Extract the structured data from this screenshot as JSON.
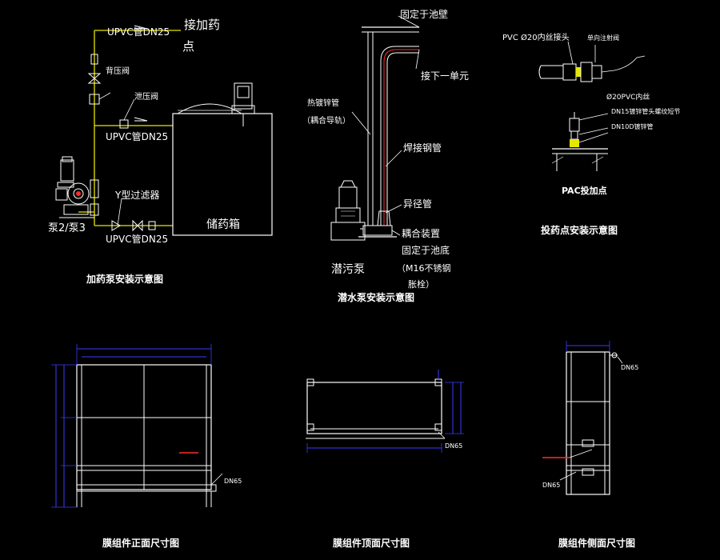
{
  "colors": {
    "background": "#000000",
    "line": "#ffffff",
    "pipe": "#e6e600",
    "dimension": "#3a3aff",
    "highlight": "#ff2a2a"
  },
  "dosing_pump": {
    "title": "加药泵安装示意图",
    "pipe_top": "UPVC管DN25",
    "to_dosing_1": "接加药",
    "to_dosing_2": "点",
    "back_pressure_valve": "背压阀",
    "relief_valve": "泄压阀",
    "pipe_mid": "UPVC管DN25",
    "y_filter": "Y型过滤器",
    "pumps": "泵2/泵3",
    "pipe_bottom": "UPVC管DN25",
    "tank": "储药箱"
  },
  "submersible": {
    "title": "潜水泵安装示意图",
    "fixed_wall": "固定于池壁",
    "next_unit": "接下一单元",
    "guide_1": "热镀锌管",
    "guide_2": "（耦合导轨）",
    "welded_pipe": "焊接钢管",
    "reducer": "异径管",
    "coupling": "耦合装置",
    "fixed_bottom": "固定于池底",
    "bolt_1": "（M16不锈钢",
    "bolt_2": "胀栓）",
    "pump": "潜污泵"
  },
  "dosing_point": {
    "title": "投药点安装示意图",
    "pvc_joint": "PVC Ø20内丝接头",
    "check_valve": "单向注射阀",
    "pvc_internal": "Ø20PVC内丝",
    "dn15": "DN15镀锌管头螺纹短节",
    "dn10": "DN10D镀锌管",
    "pac": "PAC投加点"
  },
  "membrane": {
    "front_title": "膜组件正面尺寸图",
    "top_title": "膜组件顶面尺寸图",
    "side_title": "膜组件侧面尺寸图",
    "dn65": "DN65"
  }
}
